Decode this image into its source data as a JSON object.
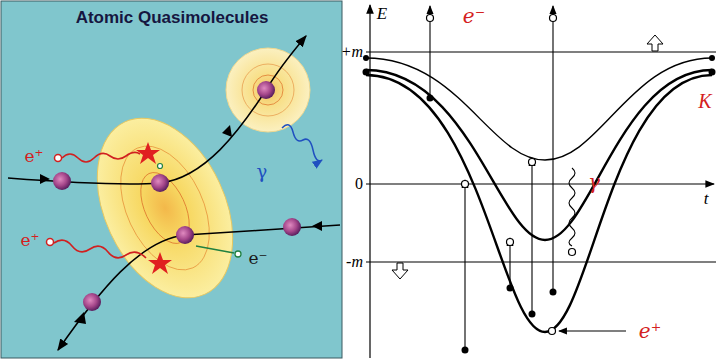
{
  "diagram": {
    "title": "Atomic Quasimolecules",
    "labels": [
      "e⁺",
      "e⁺",
      "e⁻",
      "γ",
      "E",
      "+m",
      "0",
      "-m",
      "e⁻",
      "K",
      "γ",
      "e⁺",
      "t"
    ]
  }
}
